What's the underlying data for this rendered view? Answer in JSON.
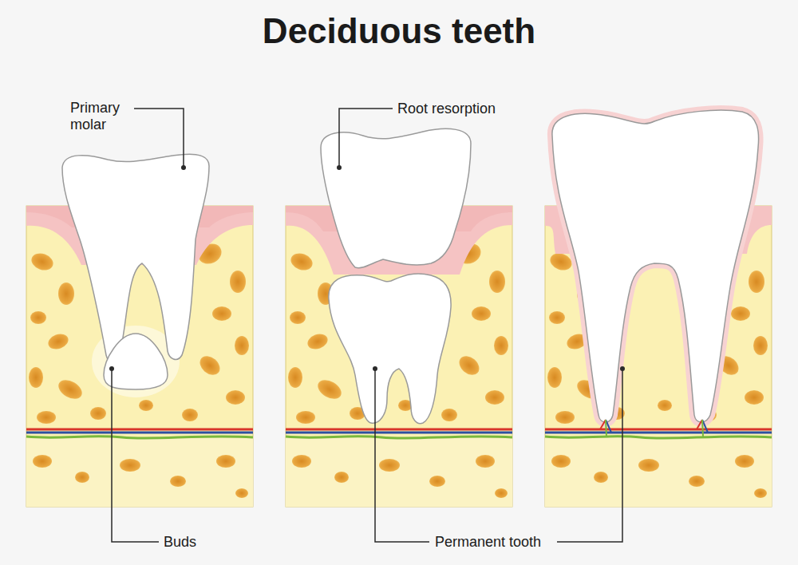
{
  "diagram": {
    "title": "Deciduous teeth",
    "labels": [
      "Primary molar",
      "Root resorption",
      "Buds",
      "Permanent tooth"
    ]
  }
}
